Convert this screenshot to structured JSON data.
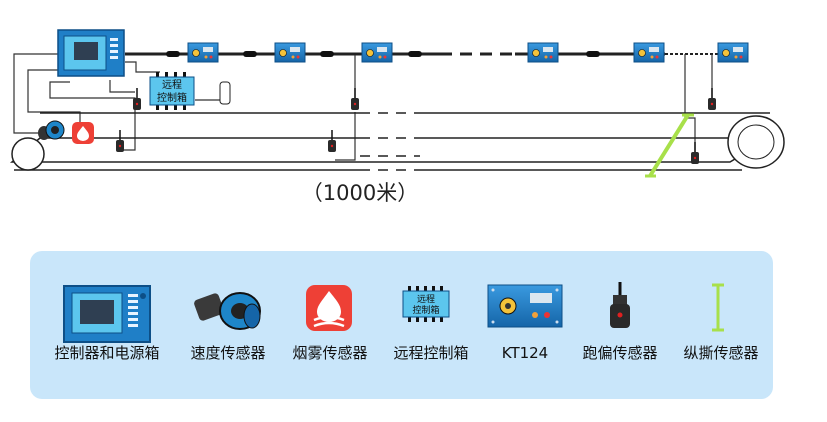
{
  "title": "",
  "distance_label": "（1000米）",
  "remote_box_label": [
    "远程",
    "控制箱"
  ],
  "legend": {
    "items": [
      {
        "name": "controller-power",
        "label": "控制器和电源箱",
        "icon": "controller-power-icon"
      },
      {
        "name": "speed-sensor",
        "label": "速度传感器",
        "icon": "speed-sensor-icon"
      },
      {
        "name": "smoke-sensor",
        "label": "烟雾传感器",
        "icon": "smoke-sensor-icon"
      },
      {
        "name": "remote-control-box",
        "label": "远程控制箱",
        "icon": "remote-control-box-icon"
      },
      {
        "name": "kt124",
        "label": "KT124",
        "icon": "kt124-icon"
      },
      {
        "name": "deviation-sensor",
        "label": "跑偏传感器",
        "icon": "deviation-sensor-icon"
      },
      {
        "name": "tear-sensor",
        "label": "纵撕传感器",
        "icon": "tear-sensor-icon"
      }
    ]
  },
  "colors": {
    "device_blue": "#1f7fc7",
    "screen_blue": "#5cc6ee",
    "legend_bg": "#c9e6fa",
    "smoke_red": "#ee4036",
    "sensor_red": "#d8342a",
    "tear_green": "#a8e04a",
    "line": "#222222"
  }
}
